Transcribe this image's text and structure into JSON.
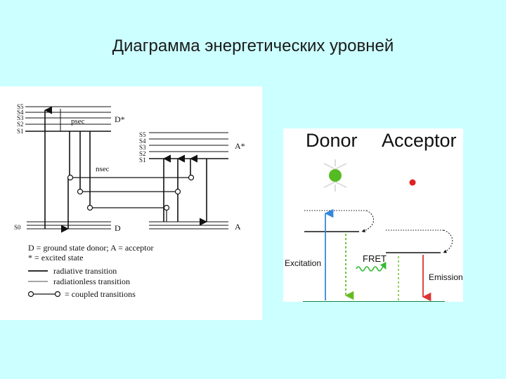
{
  "page": {
    "title": "Диаграмма энергетических уровней"
  },
  "jablonski": {
    "donor_levels": [
      "S5",
      "S4",
      "S3",
      "S2",
      "S1"
    ],
    "donor_ground": "S0",
    "acceptor_levels": [
      "S5",
      "S4",
      "S3",
      "S2",
      "S1"
    ],
    "psec": "psec",
    "nsec": "nsec",
    "d_star": "D*",
    "a_star": "A*",
    "d": "D",
    "a": "A",
    "legend": {
      "line1": "D = ground state donor; A = acceptor",
      "line2": "* = excited state",
      "radiative": "radiative transition",
      "radiationless": "radiationless transition",
      "coupled": "= coupled transitions"
    }
  },
  "fret": {
    "donor": "Donor",
    "acceptor": "Acceptor",
    "excitation": "Excitation",
    "fret": "FRET",
    "emission": "Emission",
    "colors": {
      "donor_dot": "#55bb22",
      "acceptor_dot": "#dd2222",
      "excitation_arrow": "#3388dd",
      "donor_emission_arrow": "#66bb22",
      "fret_wave": "#33bb33",
      "acceptor_emission_arrow": "#dd3333",
      "ground_line": "#118844"
    }
  }
}
